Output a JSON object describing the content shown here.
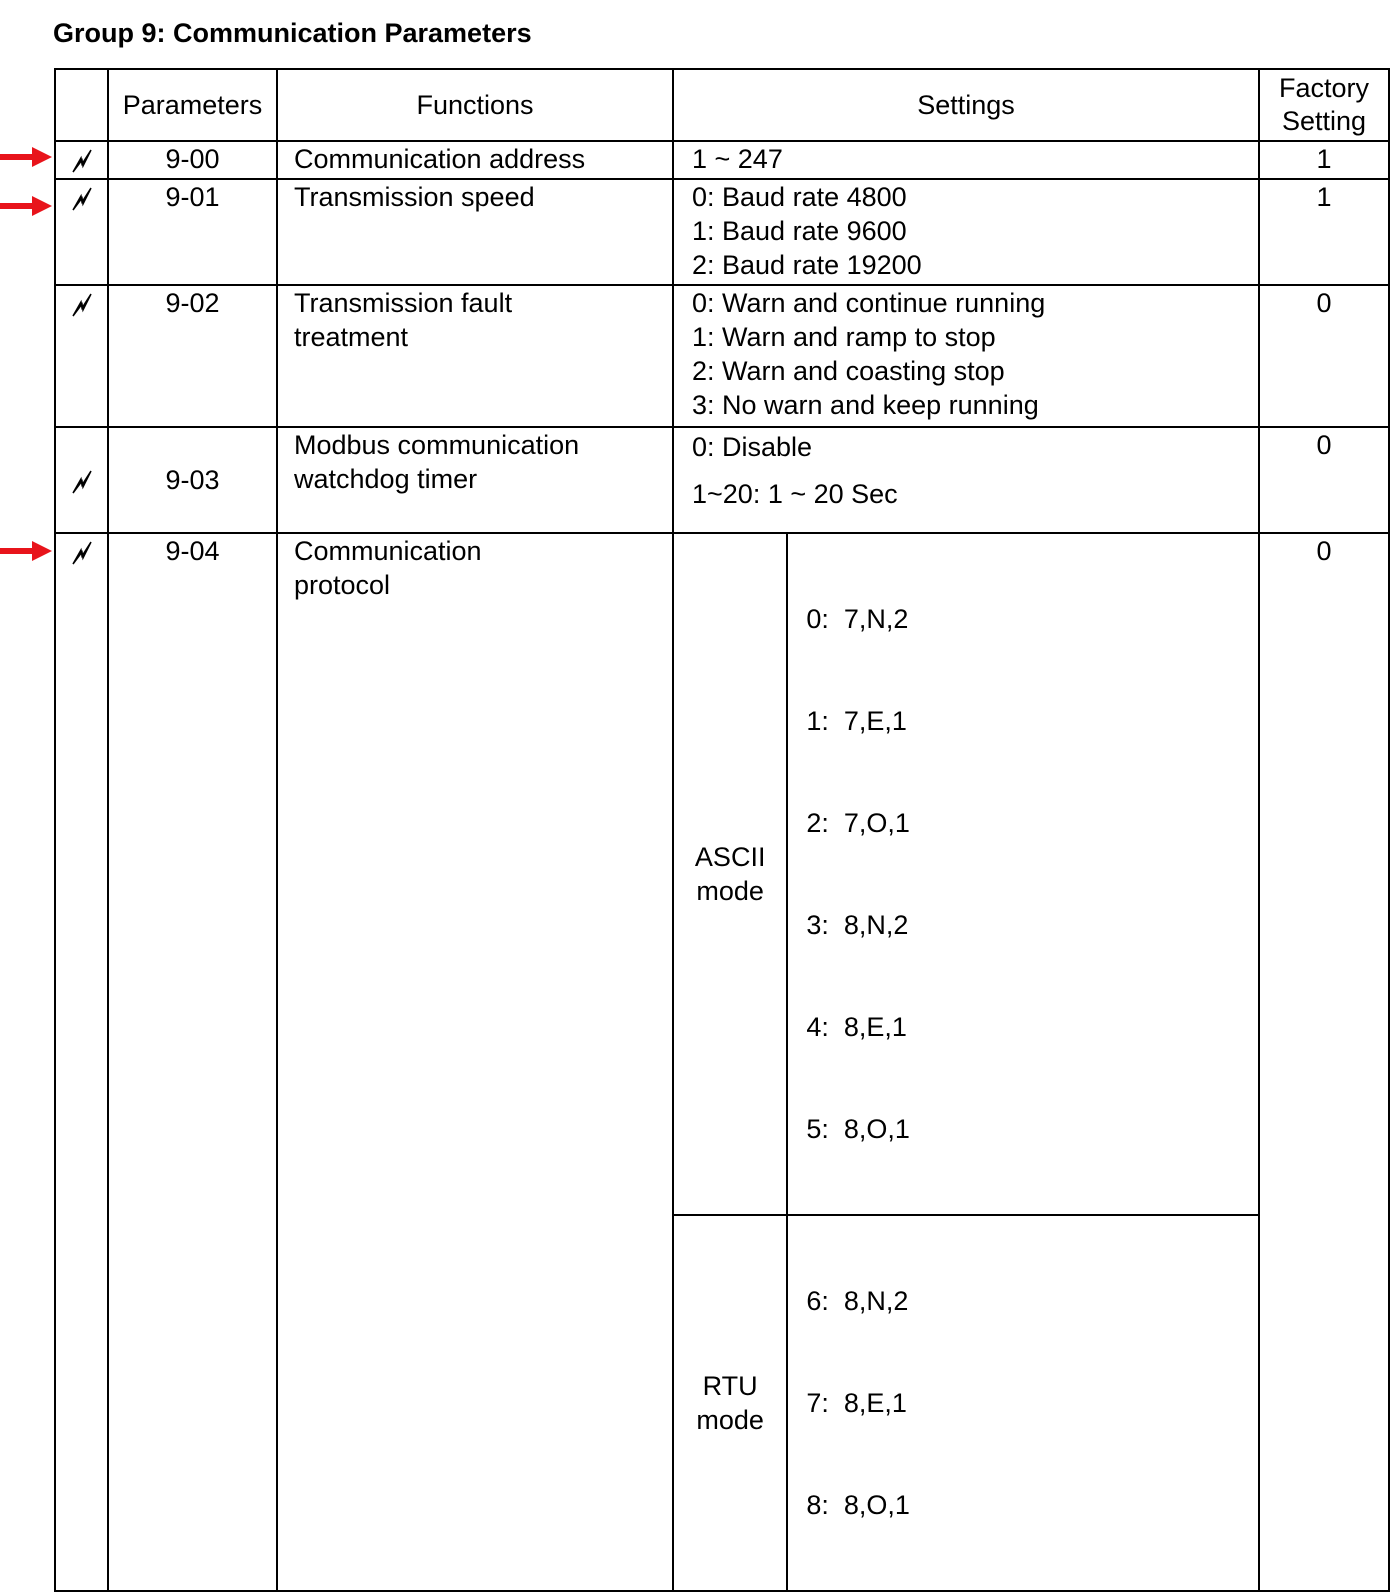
{
  "title": "Group 9: Communication Parameters",
  "headers": {
    "icon": "",
    "parameters": "Parameters",
    "functions": "Functions",
    "settings": "Settings",
    "factory_line1": "Factory",
    "factory_line2": "Setting"
  },
  "rows": [
    {
      "icon": "lightning-icon",
      "marked": true,
      "param": "9-00",
      "function_lines": [
        "Communication address"
      ],
      "settings": [
        "1 ~ 247"
      ],
      "factory": "1"
    },
    {
      "icon": "lightning-icon",
      "marked": true,
      "param": "9-01",
      "function_lines": [
        "Transmission speed"
      ],
      "settings": [
        "0: Baud rate 4800",
        "1: Baud rate 9600",
        "2: Baud rate 19200"
      ],
      "factory": "1"
    },
    {
      "icon": "lightning-icon",
      "marked": false,
      "param": "9-02",
      "function_lines": [
        "Transmission fault",
        "treatment"
      ],
      "settings": [
        "0: Warn and continue running",
        "1: Warn and ramp to stop",
        "2: Warn and coasting stop",
        "3: No warn and keep running"
      ],
      "factory": "0"
    },
    {
      "icon": "lightning-icon",
      "marked": false,
      "param": "9-03",
      "function_lines": [
        "Modbus communication",
        "watchdog timer"
      ],
      "settings": [
        "0: Disable",
        "1~20: 1 ~ 20 Sec"
      ],
      "factory": "0"
    },
    {
      "icon": "lightning-icon",
      "marked": true,
      "param": "9-04",
      "function_lines": [
        "Communication",
        "protocol"
      ],
      "modes": [
        {
          "label_line1": "ASCII",
          "label_line2": "mode",
          "options": [
            "0:  7,N,2",
            "1:  7,E,1",
            "2:  7,O,1",
            "3:  8,N,2",
            "4:  8,E,1",
            "5:  8,O,1"
          ]
        },
        {
          "label_line1": "RTU",
          "label_line2": "mode",
          "options": [
            "6:  8,N,2",
            "7:  8,E,1",
            "8:  8,O,1"
          ]
        }
      ],
      "factory": "0"
    }
  ],
  "annotations": {
    "arrow_color": "#e8141b"
  }
}
